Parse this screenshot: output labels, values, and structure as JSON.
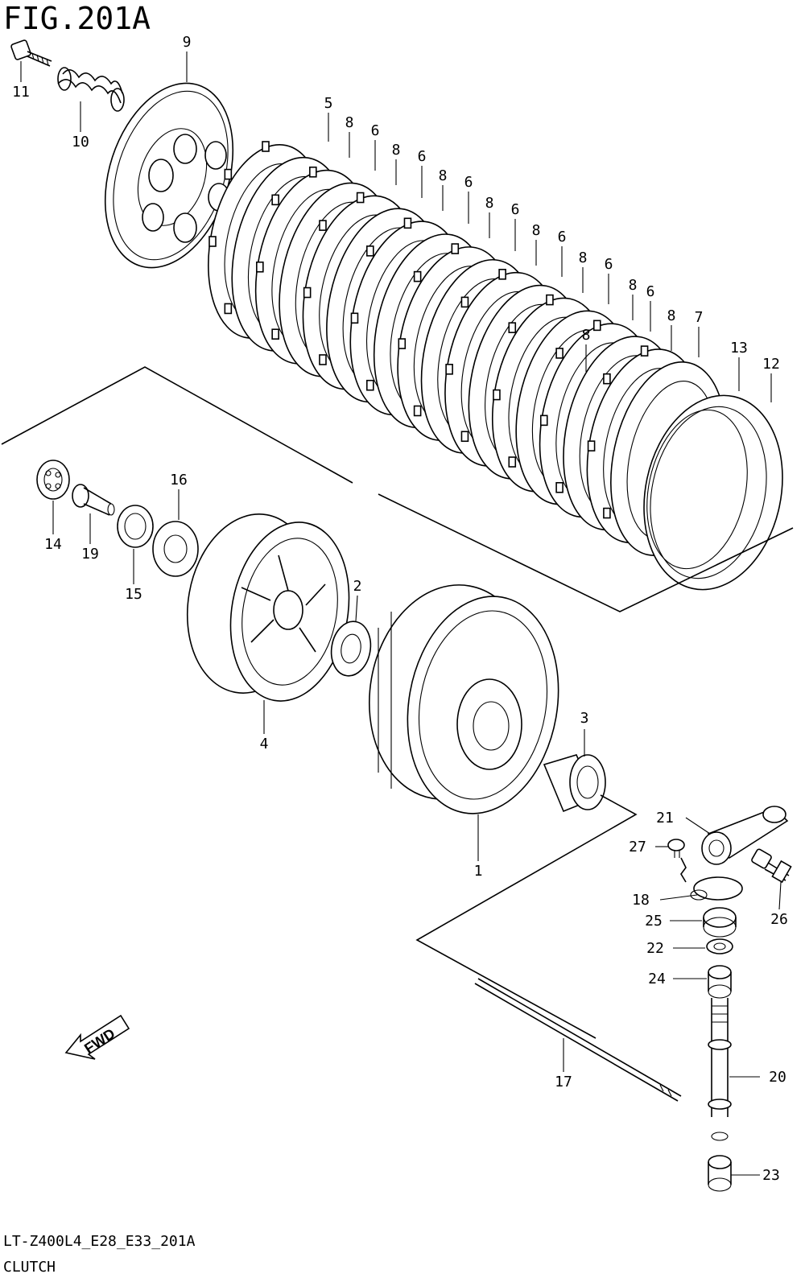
{
  "figure": {
    "title": "FIG.201A",
    "model_code": "LT-Z400L4_E28_E33_201A",
    "section": "CLUTCH",
    "fwd_label": "FWD"
  },
  "callouts": [
    "1",
    "2",
    "3",
    "4",
    "5",
    "6",
    "6",
    "6",
    "6",
    "6",
    "6",
    "6",
    "7",
    "8",
    "8",
    "8",
    "8",
    "8",
    "8",
    "8",
    "8",
    "8",
    "9",
    "10",
    "11",
    "12",
    "13",
    "14",
    "15",
    "16",
    "17",
    "18",
    "19",
    "20",
    "21",
    "22",
    "23",
    "24",
    "25",
    "26",
    "27"
  ]
}
